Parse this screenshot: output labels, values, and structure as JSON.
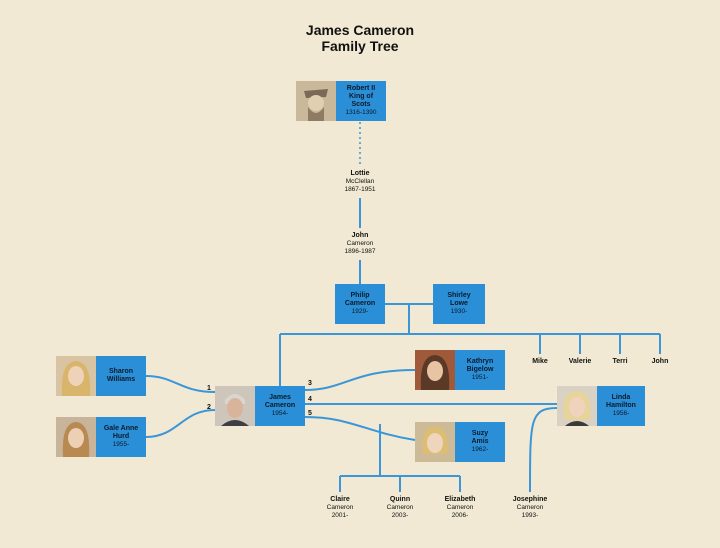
{
  "title": {
    "line1": "James Cameron",
    "line2": "Family Tree"
  },
  "people": {
    "robert": {
      "name_l1": "Robert II",
      "name_l2": "King of",
      "name_l3": "Scots",
      "years": "1316-1390"
    },
    "lottie": {
      "name": "Lottie",
      "surname": "McClellan",
      "years": "1867-1951"
    },
    "john_sr": {
      "name": "John",
      "surname": "Cameron",
      "years": "1896-1987"
    },
    "philip": {
      "name_l1": "Philip",
      "name_l2": "Cameron",
      "years": "1929-"
    },
    "shirley": {
      "name_l1": "Shirley",
      "name_l2": "Lowe",
      "years": "1930-"
    },
    "siblings": [
      "Mike",
      "Valerie",
      "Terri",
      "John"
    ],
    "sharon": {
      "name_l1": "Sharon",
      "name_l2": "Williams"
    },
    "gale": {
      "name_l1": "Gale Anne",
      "name_l2": "Hurd",
      "years": "1955-"
    },
    "james": {
      "name_l1": "James",
      "name_l2": "Cameron",
      "years": "1954-"
    },
    "kathryn": {
      "name_l1": "Kathryn",
      "name_l2": "Bigelow",
      "years": "1951-"
    },
    "linda": {
      "name_l1": "Linda",
      "name_l2": "Hamilton",
      "years": "1956-"
    },
    "suzy": {
      "name_l1": "Suzy",
      "name_l2": "Amis",
      "years": "1962-"
    },
    "claire": {
      "name": "Claire",
      "surname": "Cameron",
      "years": "2001-"
    },
    "quinn": {
      "name": "Quinn",
      "surname": "Cameron",
      "years": "2003-"
    },
    "elizabeth": {
      "name": "Elizabeth",
      "surname": "Cameron",
      "years": "2006-"
    },
    "josephine": {
      "name": "Josephine",
      "surname": "Cameron",
      "years": "1993-"
    }
  },
  "marriage_numbers": [
    "1",
    "2",
    "3",
    "4",
    "5"
  ],
  "colors": {
    "box": "#2b8fd8",
    "line": "#3a96d8",
    "background": "#f1e9d3"
  }
}
